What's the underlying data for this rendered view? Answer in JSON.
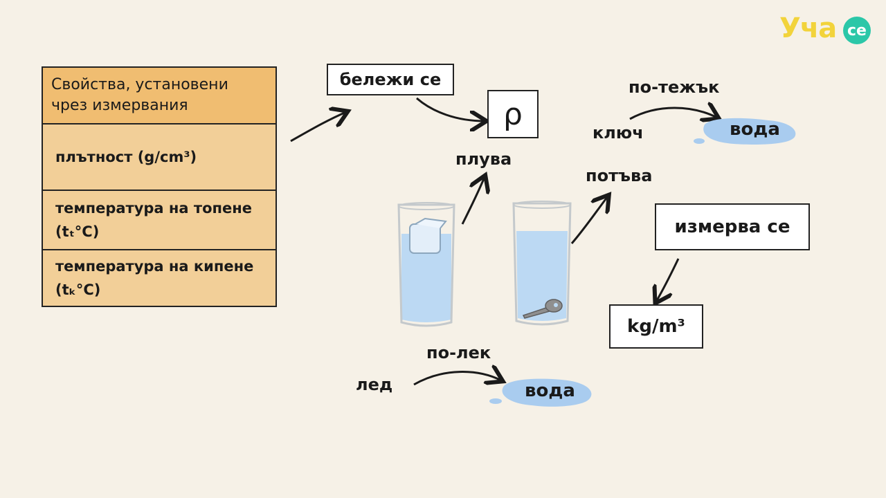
{
  "logo": {
    "text": "Уча",
    "badge": "се",
    "color": "#f2d33b",
    "badge_color": "#2bc7a8"
  },
  "table": {
    "header": [
      "Свойства, установени",
      "чрез измервания"
    ],
    "rows": [
      {
        "line1": "плътност (g/cm³)",
        "line2": ""
      },
      {
        "line1": "температура на топене",
        "line2": "(tₜ°C)"
      },
      {
        "line1": "температура на кипене",
        "line2": "(tₖ°C)"
      }
    ],
    "header_color": "#f0bd71",
    "row_color": "#f2cf98"
  },
  "notes": {
    "denoted": "бележи се",
    "rho": "ρ",
    "floats": "плува",
    "sinks": "потъва",
    "measured": "измерва се",
    "unit": "kg/m³",
    "heavier": "по-тежък",
    "key": "ключ",
    "water_top": "вода",
    "lighter": "по-лек",
    "ice": "лед",
    "water_bottom": "вода"
  },
  "icons": {
    "glass_ice": "glass-with-ice-icon",
    "glass_key": "glass-with-key-icon",
    "puddle": "water-puddle-icon"
  },
  "colors": {
    "water": "#bcd9f3",
    "puddle": "#a9ccef"
  }
}
